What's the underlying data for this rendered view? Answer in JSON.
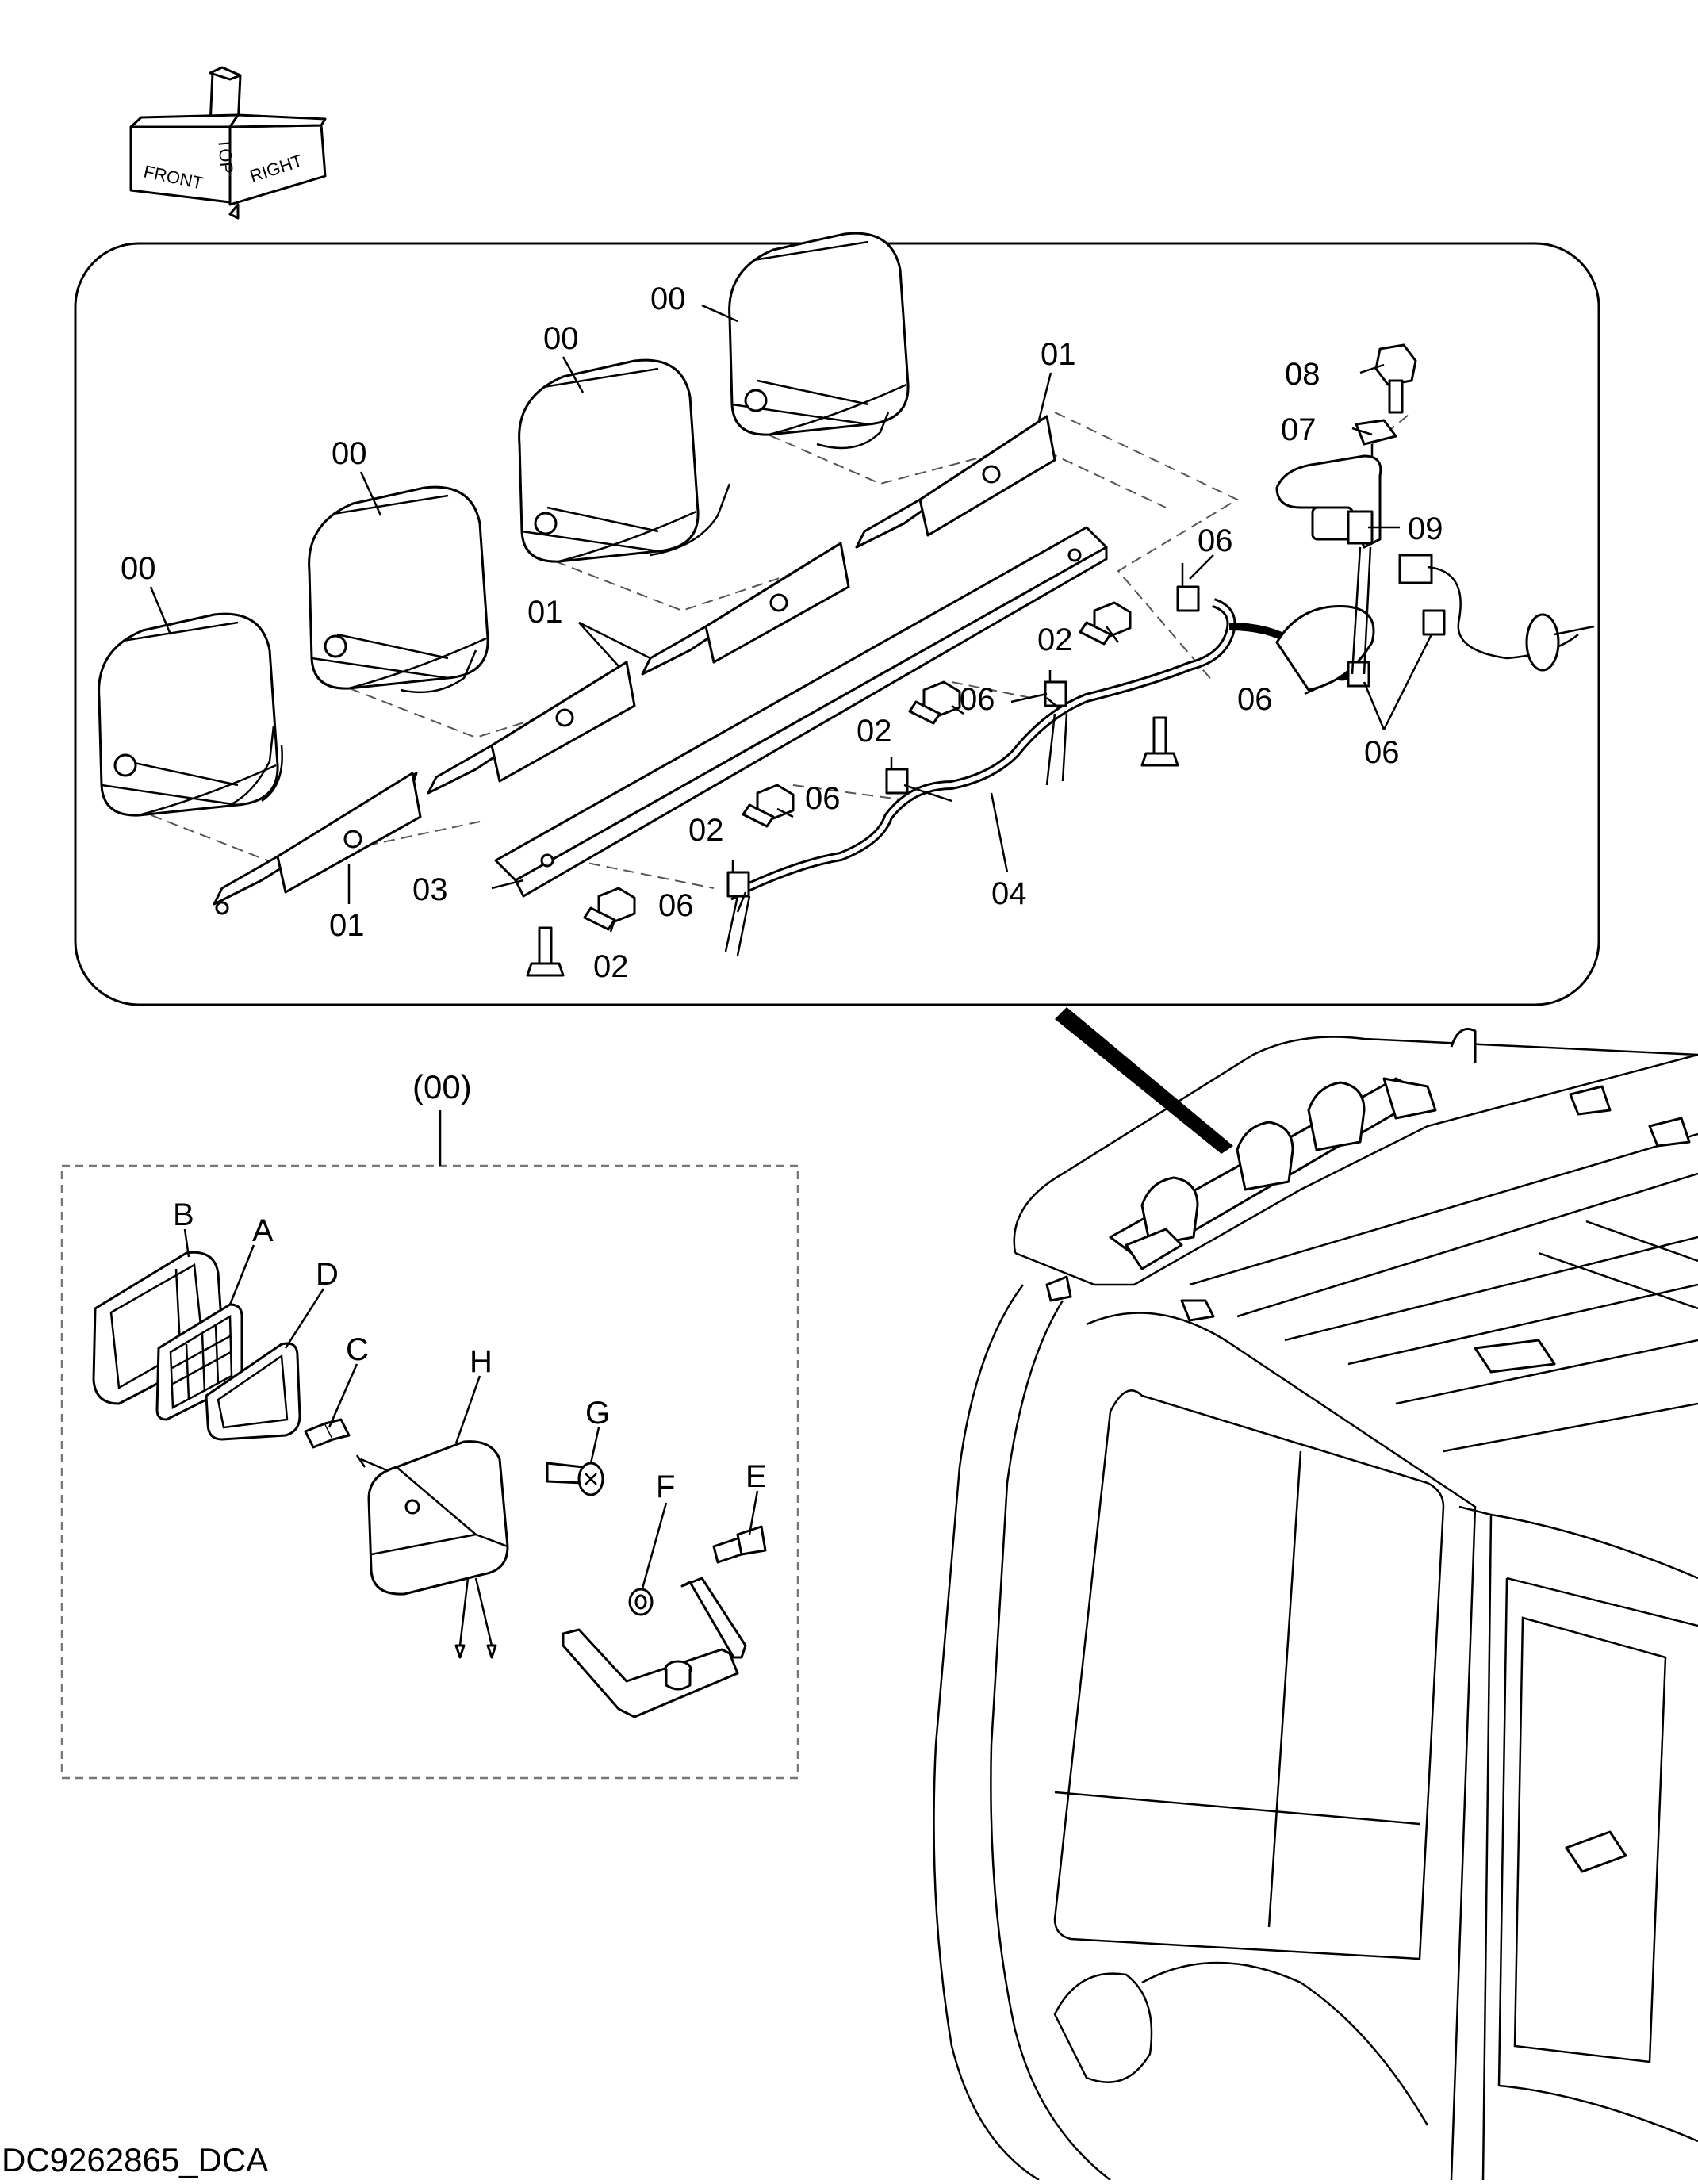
{
  "orientation": {
    "front": "FRONT",
    "top": "TOP",
    "right": "RIGHT"
  },
  "labels": {
    "lamp_1": "00",
    "lamp_2": "00",
    "lamp_3": "00",
    "lamp_4": "00",
    "bracket_1": "01",
    "bracket_2": "01",
    "bracket_3": "01",
    "bolt_1": "02",
    "bolt_2": "02",
    "bolt_3": "02",
    "bolt_4": "02",
    "stay": "03",
    "harness": "04",
    "clip_1": "06",
    "clip_2": "06",
    "clip_3": "06",
    "clip_4": "06",
    "clip_5": "06",
    "clip_6": "06",
    "clamp": "07",
    "bolt_8": "08",
    "connector": "09"
  },
  "detail": {
    "title": "(00)",
    "parts": {
      "a": "A",
      "b": "B",
      "c": "C",
      "d": "D",
      "e": "E",
      "f": "F",
      "g": "G",
      "h": "H"
    }
  },
  "drawing_code": "DC9262865_DCA"
}
